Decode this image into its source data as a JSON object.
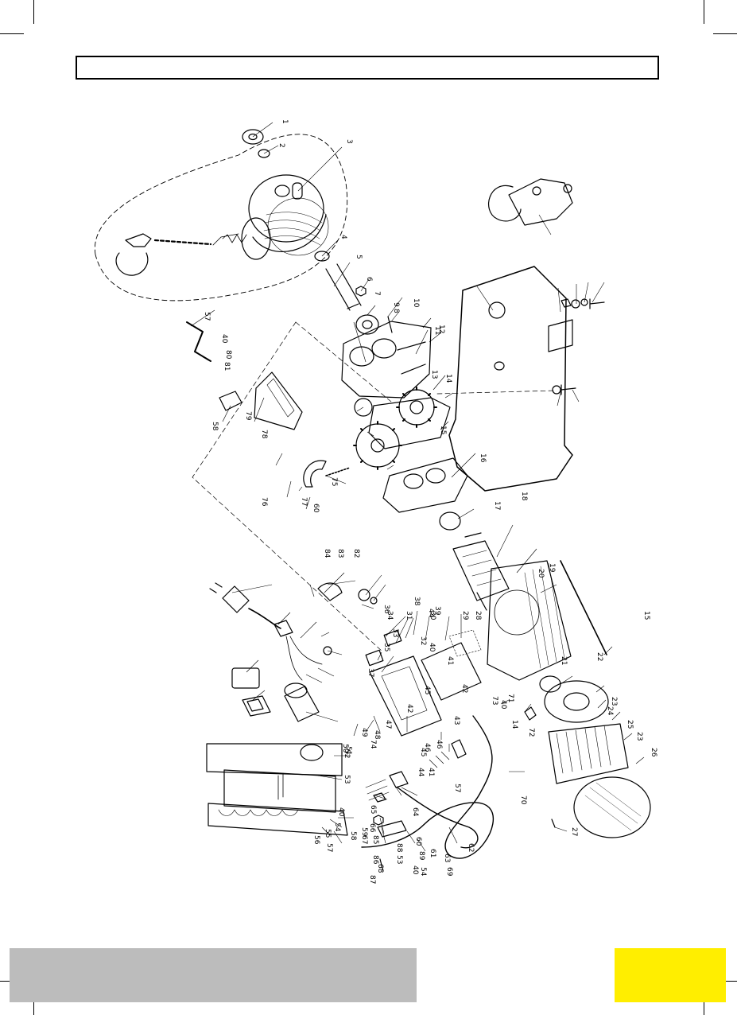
{
  "colors": {
    "yellow_tab": "#ffee00",
    "grey_band": "#bcbcbc",
    "line": "#000000"
  },
  "part_labels": [
    {
      "n": "1"
    },
    {
      "n": "2"
    },
    {
      "n": "3"
    },
    {
      "n": "4"
    },
    {
      "n": "5"
    },
    {
      "n": "6"
    },
    {
      "n": "7"
    },
    {
      "n": "8"
    },
    {
      "n": "9"
    },
    {
      "n": "10"
    },
    {
      "n": "11"
    },
    {
      "n": "12"
    },
    {
      "n": "13"
    },
    {
      "n": "14"
    },
    {
      "n": "15"
    },
    {
      "n": "16"
    },
    {
      "n": "17"
    },
    {
      "n": "18"
    },
    {
      "n": "19"
    },
    {
      "n": "20"
    },
    {
      "n": "21"
    },
    {
      "n": "22"
    },
    {
      "n": "23"
    },
    {
      "n": "24"
    },
    {
      "n": "25"
    },
    {
      "n": "23"
    },
    {
      "n": "26"
    },
    {
      "n": "15"
    },
    {
      "n": "27"
    },
    {
      "n": "28"
    },
    {
      "n": "29"
    },
    {
      "n": "30"
    },
    {
      "n": "31"
    },
    {
      "n": "32"
    },
    {
      "n": "33"
    },
    {
      "n": "34"
    },
    {
      "n": "35"
    },
    {
      "n": "36"
    },
    {
      "n": "37"
    },
    {
      "n": "38"
    },
    {
      "n": "39"
    },
    {
      "n": "40"
    },
    {
      "n": "41"
    },
    {
      "n": "42"
    },
    {
      "n": "43"
    },
    {
      "n": "44"
    },
    {
      "n": "45"
    },
    {
      "n": "46"
    },
    {
      "n": "46"
    },
    {
      "n": "45"
    },
    {
      "n": "44"
    },
    {
      "n": "41"
    },
    {
      "n": "42"
    },
    {
      "n": "47"
    },
    {
      "n": "48"
    },
    {
      "n": "49"
    },
    {
      "n": "50"
    },
    {
      "n": "51"
    },
    {
      "n": "52"
    },
    {
      "n": "53"
    },
    {
      "n": "40"
    },
    {
      "n": "54"
    },
    {
      "n": "55"
    },
    {
      "n": "56"
    },
    {
      "n": "57"
    },
    {
      "n": "58"
    },
    {
      "n": "59"
    },
    {
      "n": "60"
    },
    {
      "n": "61"
    },
    {
      "n": "62"
    },
    {
      "n": "63"
    },
    {
      "n": "64"
    },
    {
      "n": "65"
    },
    {
      "n": "66"
    },
    {
      "n": "67"
    },
    {
      "n": "68"
    },
    {
      "n": "53"
    },
    {
      "n": "40"
    },
    {
      "n": "54"
    },
    {
      "n": "69"
    },
    {
      "n": "70"
    },
    {
      "n": "71"
    },
    {
      "n": "72"
    },
    {
      "n": "73"
    },
    {
      "n": "74"
    },
    {
      "n": "75"
    },
    {
      "n": "60"
    },
    {
      "n": "76"
    },
    {
      "n": "77"
    },
    {
      "n": "78"
    },
    {
      "n": "79"
    },
    {
      "n": "57"
    },
    {
      "n": "58"
    },
    {
      "n": "40"
    },
    {
      "n": "80"
    },
    {
      "n": "81"
    },
    {
      "n": "82"
    },
    {
      "n": "83"
    },
    {
      "n": "84"
    },
    {
      "n": "85"
    },
    {
      "n": "86"
    },
    {
      "n": "87"
    },
    {
      "n": "88"
    },
    {
      "n": "89"
    },
    {
      "n": "57"
    },
    {
      "n": "14"
    },
    {
      "n": "40"
    }
  ]
}
